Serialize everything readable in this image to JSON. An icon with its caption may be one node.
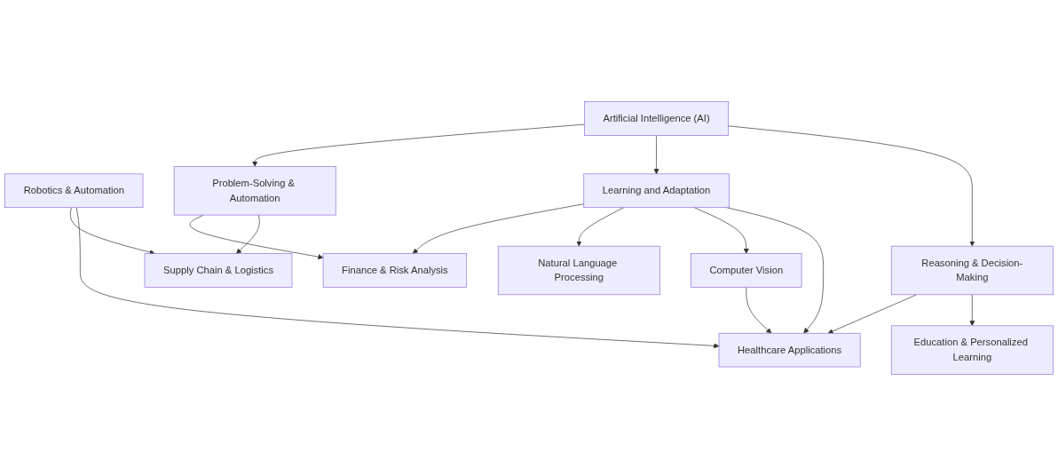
{
  "diagram": {
    "nodes": [
      {
        "text": [
          "Artificial Intelligence (AI)"
        ]
      },
      {
        "text": [
          "Robotics & Automation"
        ]
      },
      {
        "text": [
          "Problem-Solving & Automation"
        ]
      },
      {
        "text": [
          "Learning and Adaptation"
        ]
      },
      {
        "text": [
          "Finance & Risk Analysis"
        ]
      },
      {
        "text": [
          "Supply Chain & Logistics"
        ]
      },
      {
        "text": [
          "Natural Language Processing"
        ]
      },
      {
        "text": [
          "Computer Vision"
        ]
      },
      {
        "text": [
          "Reasoning & Decision-Making"
        ]
      },
      {
        "text": [
          "Healthcare Applications"
        ]
      },
      {
        "text": [
          "Education & Personalized Learning"
        ]
      }
    ],
    "edges": [
      {
        "from": 0,
        "to": 2,
        "arrow": "to"
      },
      {
        "from": 0,
        "to": 3,
        "arrow": "to"
      },
      {
        "from": 0,
        "to": 8,
        "arrow": "to"
      },
      {
        "from": 2,
        "to": 4,
        "arrow": "to"
      },
      {
        "from": 2,
        "to": 5,
        "arrow": "to"
      },
      {
        "from": 1,
        "to": 5,
        "arrow": "to"
      },
      {
        "from": 1,
        "to": 9,
        "arrow": "to"
      },
      {
        "from": 3,
        "to": 4,
        "arrow": "to"
      },
      {
        "from": 3,
        "to": 6,
        "arrow": "to"
      },
      {
        "from": 3,
        "to": 7,
        "arrow": "to"
      },
      {
        "from": 3,
        "to": 9,
        "arrow": "to"
      },
      {
        "from": 7,
        "to": 9,
        "arrow": "to"
      },
      {
        "from": 8,
        "to": 9,
        "arrow": "to"
      },
      {
        "from": 8,
        "to": 10,
        "arrow": "to"
      }
    ]
  }
}
